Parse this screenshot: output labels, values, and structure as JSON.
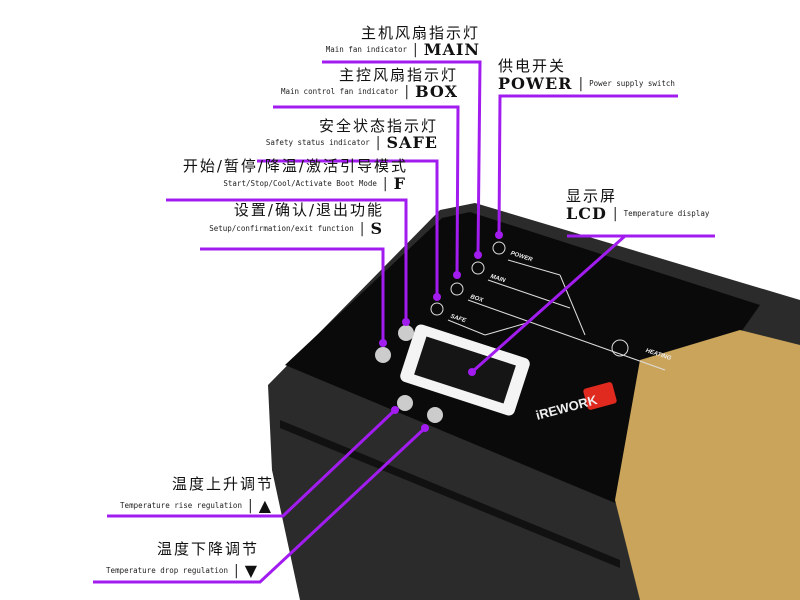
{
  "colors": {
    "callout": "#a21cf0",
    "body": "#2b2b2b",
    "panel": "#0a0a0a"
  },
  "callouts": [
    {
      "id": "main",
      "cn": "主机风扇指示灯",
      "en": "Main fan indicator",
      "code": "MAIN"
    },
    {
      "id": "box",
      "cn": "主控风扇指示灯",
      "en": "Main control fan indicator",
      "code": "BOX"
    },
    {
      "id": "safe",
      "cn": "安全状态指示灯",
      "en": "Safety status indicator",
      "code": "SAFE"
    },
    {
      "id": "f",
      "cn": "开始/暂停/降温/激活引导模式",
      "en": "Start/Stop/Cool/Activate Boot Mode",
      "code": "F"
    },
    {
      "id": "s",
      "cn": "设置/确认/退出功能",
      "en": "Setup/confirmation/exit function",
      "code": "S"
    },
    {
      "id": "power",
      "cn": "供电开关",
      "en": "Power supply switch",
      "code": "POWER"
    },
    {
      "id": "lcd",
      "cn": "显示屏",
      "en": "Temperature display",
      "code": "LCD"
    },
    {
      "id": "up",
      "cn": "温度上升调节",
      "en": "Temperature rise regulation",
      "code": "▲"
    },
    {
      "id": "down",
      "cn": "温度下降调节",
      "en": "Temperature drop regulation",
      "code": "▼"
    }
  ],
  "device": {
    "labels": {
      "power": "POWER",
      "main": "MAIN",
      "box": "BOX",
      "safe": "SAFE",
      "heating": "HEATING",
      "brand": "iREWORK"
    }
  }
}
